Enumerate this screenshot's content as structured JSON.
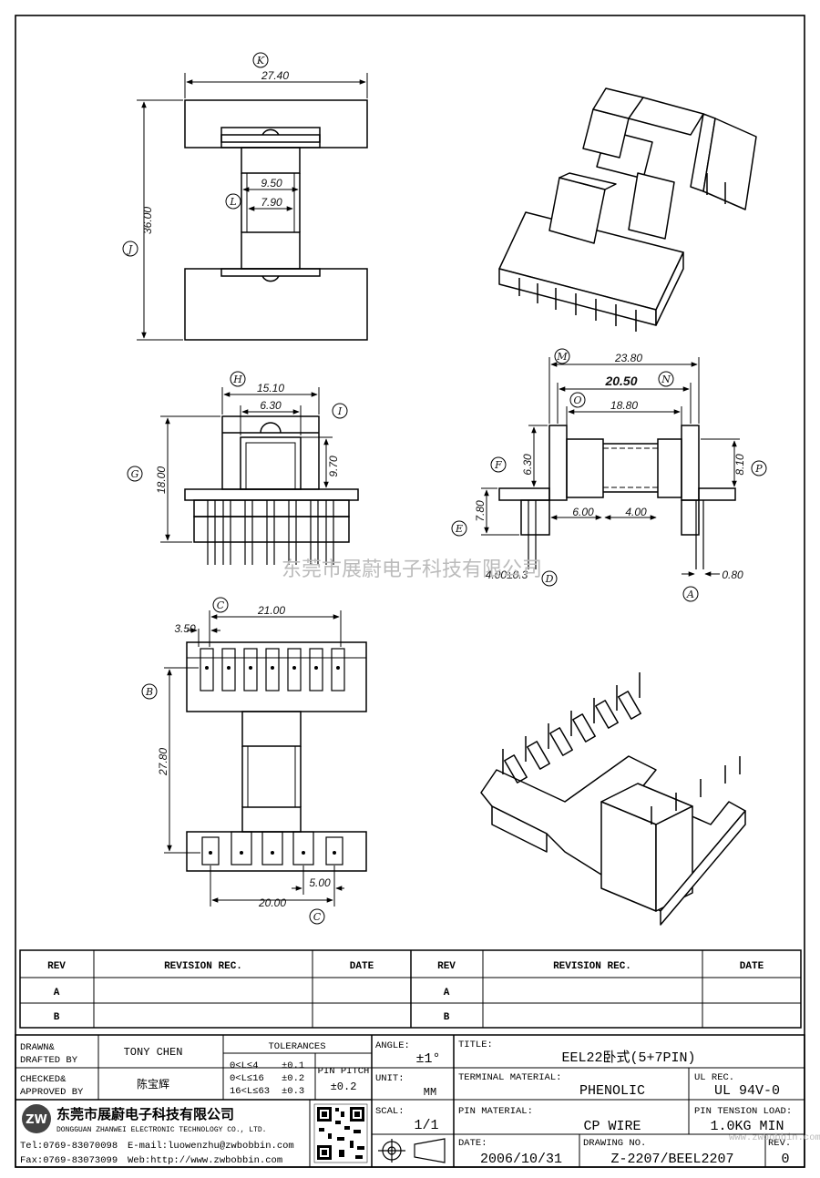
{
  "dimensions": {
    "top_view": {
      "K": "K",
      "w27": "27.40",
      "w950": "9.50",
      "w790": "7.90",
      "L": "L",
      "h36": "36.00",
      "J": "J"
    },
    "front_view": {
      "H": "H",
      "w1510": "15.10",
      "w630": "6.30",
      "I": "I",
      "h970": "9.70",
      "h18": "18.00",
      "G": "G"
    },
    "side_view": {
      "M": "M",
      "w2380": "23.80",
      "N": "N",
      "w2050": "20.50",
      "O": "O",
      "w1880": "18.80",
      "F": "F",
      "h630": "6.30",
      "h810": "8.10",
      "P": "P",
      "E": "E",
      "h780": "7.80",
      "w600": "6.00",
      "w400": "4.00",
      "tol": "4.00±0.3",
      "D": "D",
      "w080": "0.80",
      "A": "A"
    },
    "bottom_view": {
      "C1": "C",
      "w350": "3.50",
      "w2100": "21.00",
      "B": "B",
      "h2780": "27.80",
      "w500": "5.00",
      "w2000": "20.00",
      "C2": "C"
    }
  },
  "watermark": "东莞市展蔚电子科技有限公司",
  "revision_table": {
    "headers": [
      "REV",
      "REVISION REC.",
      "DATE",
      "REV",
      "REVISION REC.",
      "DATE"
    ],
    "rows": [
      [
        "A",
        "",
        "",
        "A",
        "",
        ""
      ],
      [
        "B",
        "",
        "",
        "B",
        "",
        ""
      ]
    ]
  },
  "title_block": {
    "drawn_label": "DRAWN&",
    "drafted_label": "DRAFTED BY",
    "drawn_by": "TONY CHEN",
    "checked_label": "CHECKED&",
    "approved_label": "APPROVED BY",
    "approved_by": "陈宝辉",
    "tolerances_label": "TOLERANCES",
    "tol_rows": [
      [
        "0<L≤4",
        "±0.1"
      ],
      [
        "0<L≤16",
        "±0.2"
      ],
      [
        "16<L≤63",
        "±0.3"
      ]
    ],
    "pin_pitch_label": "PIN PITCH",
    "pin_pitch": "±0.2",
    "angle_label": "ANGLE:",
    "angle": "±1°",
    "unit_label": "UNIT:",
    "unit": "MM",
    "scale_label": "SCAL:",
    "scale": "1/1",
    "title_label": "TITLE:",
    "title": "EEL22卧式(5+7PIN)",
    "terminal_material_label": "TERMINAL MATERIAL:",
    "terminal_material": "PHENOLIC",
    "ul_rec_label": "UL REC.",
    "ul_rec": "UL 94V-0",
    "pin_material_label": "PIN MATERIAL:",
    "pin_material": "CP WIRE",
    "pin_tension_label": "PIN TENSION LOAD:",
    "pin_tension": "1.0KG MIN",
    "date_label": "DATE:",
    "date": "2006/10/31",
    "drawing_no_label": "DRAWING NO.",
    "drawing_no": "Z-2207/BEEL2207",
    "rev_label": "REV.",
    "rev": "0",
    "company_cn": "东莞市展蔚电子科技有限公司",
    "company_en": "DONGGUAN ZHANWEI ELECTRONIC TECHNOLOGY CO., LTD.",
    "tel": "Tel:0769-83070098",
    "email": "E-mail:luowenzhu@zwbobbin.com",
    "fax": "Fax:0769-83073099",
    "web": "Web:http://www.zwbobbin.com",
    "logo_text": "ZW",
    "corner_watermark": "www.zwbobbin.com"
  }
}
